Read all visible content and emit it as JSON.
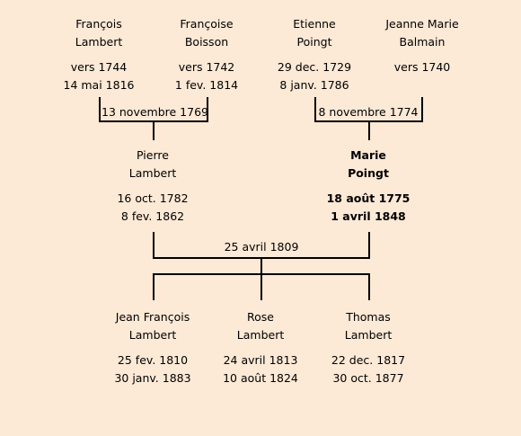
{
  "people": {
    "francois_lambert": {
      "name1": "François",
      "name2": "Lambert",
      "birth": "vers 1744",
      "death": "14 mai 1816"
    },
    "francoise_boisson": {
      "name1": "Françoise",
      "name2": "Boisson",
      "birth": "vers 1742",
      "death": "1 fev. 1814"
    },
    "etienne_poingt": {
      "name1": "Etienne",
      "name2": "Poingt",
      "birth": "29 dec. 1729",
      "death": "8 janv. 1786"
    },
    "jeanne_marie_balmain": {
      "name1": "Jeanne Marie",
      "name2": "Balmain",
      "birth": "vers 1740",
      "death": ""
    },
    "pierre_lambert": {
      "name1": "Pierre",
      "name2": "Lambert",
      "birth": "16 oct. 1782",
      "death": "8 fev. 1862"
    },
    "marie_poingt": {
      "name1": "Marie",
      "name2": "Poingt",
      "birth": "18 août 1775",
      "death": "1 avril 1848"
    },
    "jean_francois_lambert": {
      "name1": "Jean François",
      "name2": "Lambert",
      "birth": "25 fev. 1810",
      "death": "30 janv. 1883"
    },
    "rose_lambert": {
      "name1": "Rose",
      "name2": "Lambert",
      "birth": "24 avril 1813",
      "death": "10 août 1824"
    },
    "thomas_lambert": {
      "name1": "Thomas",
      "name2": "Lambert",
      "birth": "22 dec. 1817",
      "death": "30 oct. 1877"
    }
  },
  "marriages": {
    "lambert_boisson": "13 novembre 1769",
    "poingt_balmain": "8 novembre 1774",
    "lambert_poingt": "25 avril 1809"
  },
  "colors": {
    "background": "#fce9d6",
    "line": "#000000"
  }
}
